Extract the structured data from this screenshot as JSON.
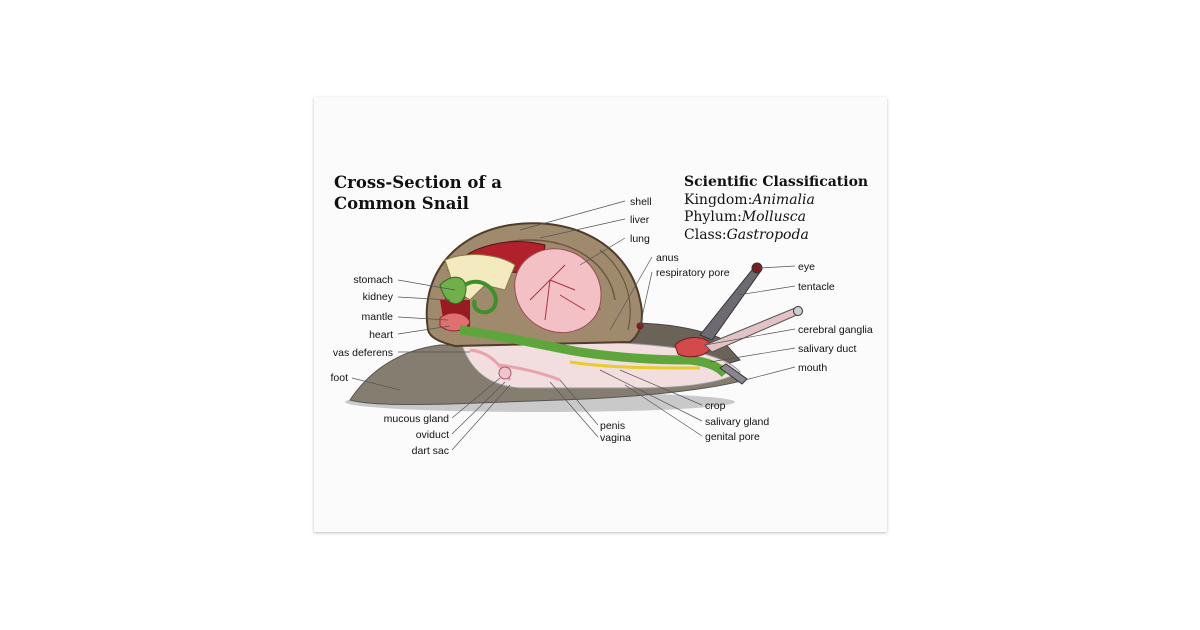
{
  "title": {
    "line1": "Cross-Section of a",
    "line2": "Common Snail"
  },
  "classification": {
    "heading": "Scientific Classification",
    "kingdom_label": "Kingdom:",
    "kingdom_value": "Animalia",
    "phylum_label": "Phylum:",
    "phylum_value": "Mollusca",
    "class_label": "Class:",
    "class_value": "Gastropoda"
  },
  "labels": {
    "shell": "shell",
    "liver": "liver",
    "lung": "lung",
    "anus": "anus",
    "respiratory_pore": "respiratory pore",
    "eye": "eye",
    "tentacle": "tentacle",
    "cerebral_ganglia": "cerebral ganglia",
    "salivary_duct": "salivary duct",
    "mouth": "mouth",
    "stomach": "stomach",
    "kidney": "kidney",
    "mantle": "mantle",
    "heart": "heart",
    "vas_deferens": "vas deferens",
    "foot": "foot",
    "mucous_gland": "mucous gland",
    "oviduct": "oviduct",
    "dart_sac": "dart sac",
    "penis": "penis",
    "vagina": "vagina",
    "crop": "crop",
    "salivary_gland": "salivary gland",
    "genital_pore": "genital pore"
  }
}
